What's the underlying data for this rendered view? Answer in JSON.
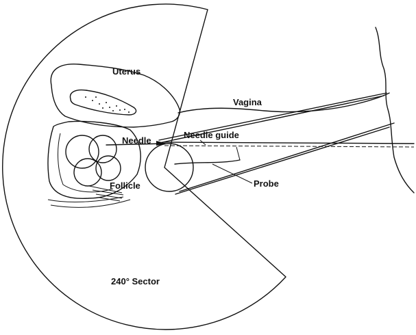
{
  "labels": {
    "uterus": "Uterus",
    "vagina": "Vagina",
    "needle": "Needle",
    "needle_guide": "Needle guide",
    "probe": "Probe",
    "follicle": "Follicle",
    "sector": "240° Sector"
  }
}
